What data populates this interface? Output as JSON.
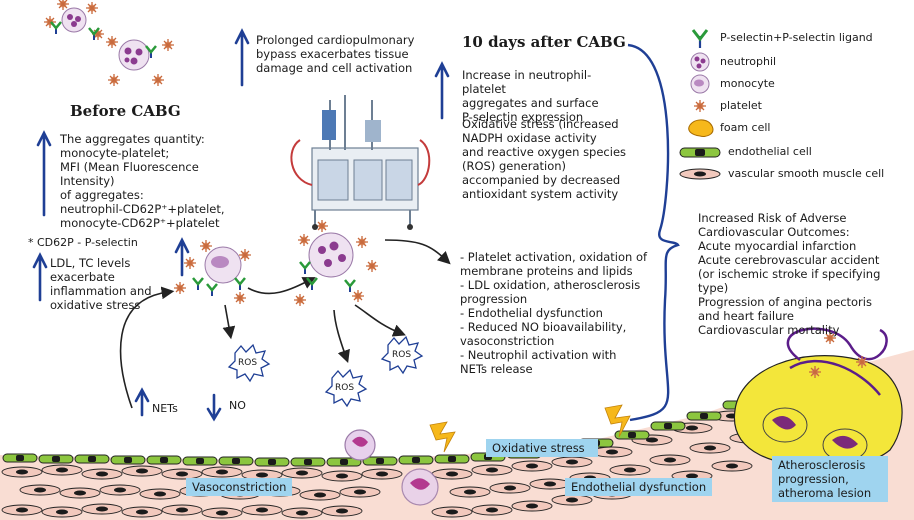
{
  "before": {
    "title": "Before CABG",
    "aggregates": "The aggregates quantity:\nmonocyte-platelet;\nMFI (Mean Fluorescence Intensity)\nof aggregates:\nneutrophil-CD62P⁺+platelet,\nmonocyte-CD62P⁺+platelet",
    "cd62p_note": "* CD62P - P-selectin",
    "ldl": "LDL, TC  levels\nexacerbate\ninflammation and\noxidative stress"
  },
  "bypass": "Prolonged cardiopulmonary\nbypass exacerbates tissue\ndamage and cell activation",
  "after": {
    "title": "10 days after CABG",
    "increase": "Increase in neutrophil-platelet\naggregates and surface\nP-selectin expression",
    "oxidative": "Oxidative stress (increased\nNADPH oxidase activity\nand reactive oxygen species\n(ROS) generation)\naccompanied by decreased\nantioxidant system activity"
  },
  "effects": "- Platelet activation, oxidation of\nmembrane proteins and lipids\n- LDL oxidation, atherosclerosis\nprogression\n- Endothelial dysfunction\n- Reduced NO bioavailability,\nvasoconstriction\n- Neutrophil activation with\nNETs release",
  "outcomes": "Increased Risk of Adverse\nCardiovascular Outcomes:\nAcute myocardial infarction\nAcute cerebrovascular accident\n(or ischemic stroke if specifying type)\nProgression of angina pectoris\n and heart failure\nCardiovascular mortality",
  "small_labels": {
    "nets": "NETs",
    "no": "NO",
    "ros": "ROS"
  },
  "vessel_labels": {
    "vasoconstriction": "Vasoconstriction",
    "oxidative_stress": "Oxidative stress",
    "endothelial_dysfunction": "Endothelial dysfunction",
    "atherosclerosis": "Atherosclerosis\nprogression,\natheroma lesion"
  },
  "legend": [
    {
      "icon": "p-selectin-ligand-icon",
      "label": "P-selectin+P-selectin ligand"
    },
    {
      "icon": "neutrophil-icon",
      "label": "neutrophil"
    },
    {
      "icon": "monocyte-icon",
      "label": "monocyte"
    },
    {
      "icon": "platelet-icon",
      "label": "platelet"
    },
    {
      "icon": "foam-cell-icon",
      "label": "foam cell"
    },
    {
      "icon": "endothelial-cell-icon",
      "label": "endothelial cell"
    },
    {
      "icon": "vascular-smooth-muscle-cell-icon",
      "label": "vascular smooth muscle cell"
    }
  ],
  "colors": {
    "arrow_blue": "#1f3f95",
    "endothelium_green": "#8cc63f",
    "smooth_muscle_pink": "#f2c9bd",
    "label_box": "#9fd4ef",
    "foam_yellow": "#f3e63a",
    "neutrophil_purple": "#a0519e",
    "lightning_orange": "#f6b81b"
  }
}
